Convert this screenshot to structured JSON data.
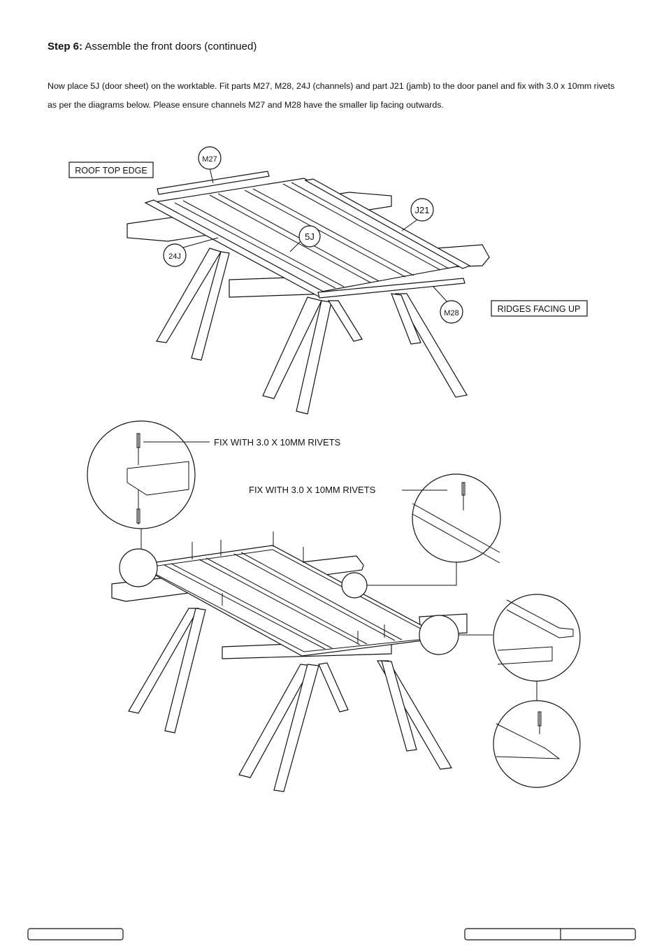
{
  "step": {
    "label": "Step 6:",
    "title": "Assemble the front doors (continued)"
  },
  "instructions": "Now place 5J (door sheet) on the worktable. Fit parts M27, M28, 24J (channels) and part J21 (jamb) to the door panel and fix with 3.0 x 10mm rivets as per the diagrams below. Please ensure channels M27 and M28 have the smaller lip facing outwards.",
  "diagram1": {
    "box_roof_top_edge": "ROOF TOP EDGE",
    "box_ridges_facing_up": "RIDGES FACING UP",
    "parts": {
      "m27": "M27",
      "j21": "J21",
      "p5j": "5J",
      "p24j": "24J",
      "m28": "M28"
    }
  },
  "diagram2": {
    "callout_left": "FIX WITH 3.0 X 10MM RIVETS",
    "callout_right": "FIX WITH 3.0 X 10MM RIVETS"
  },
  "footer": {
    "left_box": "",
    "right_box_a": "",
    "right_box_b": ""
  }
}
